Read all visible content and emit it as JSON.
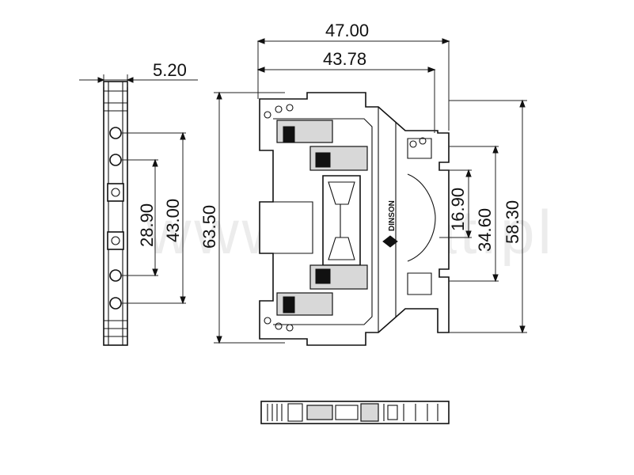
{
  "dimensions": {
    "side_width": "5.20",
    "side_pitch_inner": "28.90",
    "side_pitch_outer": "43.00",
    "overall_height": "63.50",
    "overall_width": "47.00",
    "base_width": "43.78",
    "rail_inner": "16.90",
    "rail_middle": "34.60",
    "rail_outer": "58.30"
  },
  "brand_label": "DINSON",
  "watermark": "www.e-stat.pl"
}
